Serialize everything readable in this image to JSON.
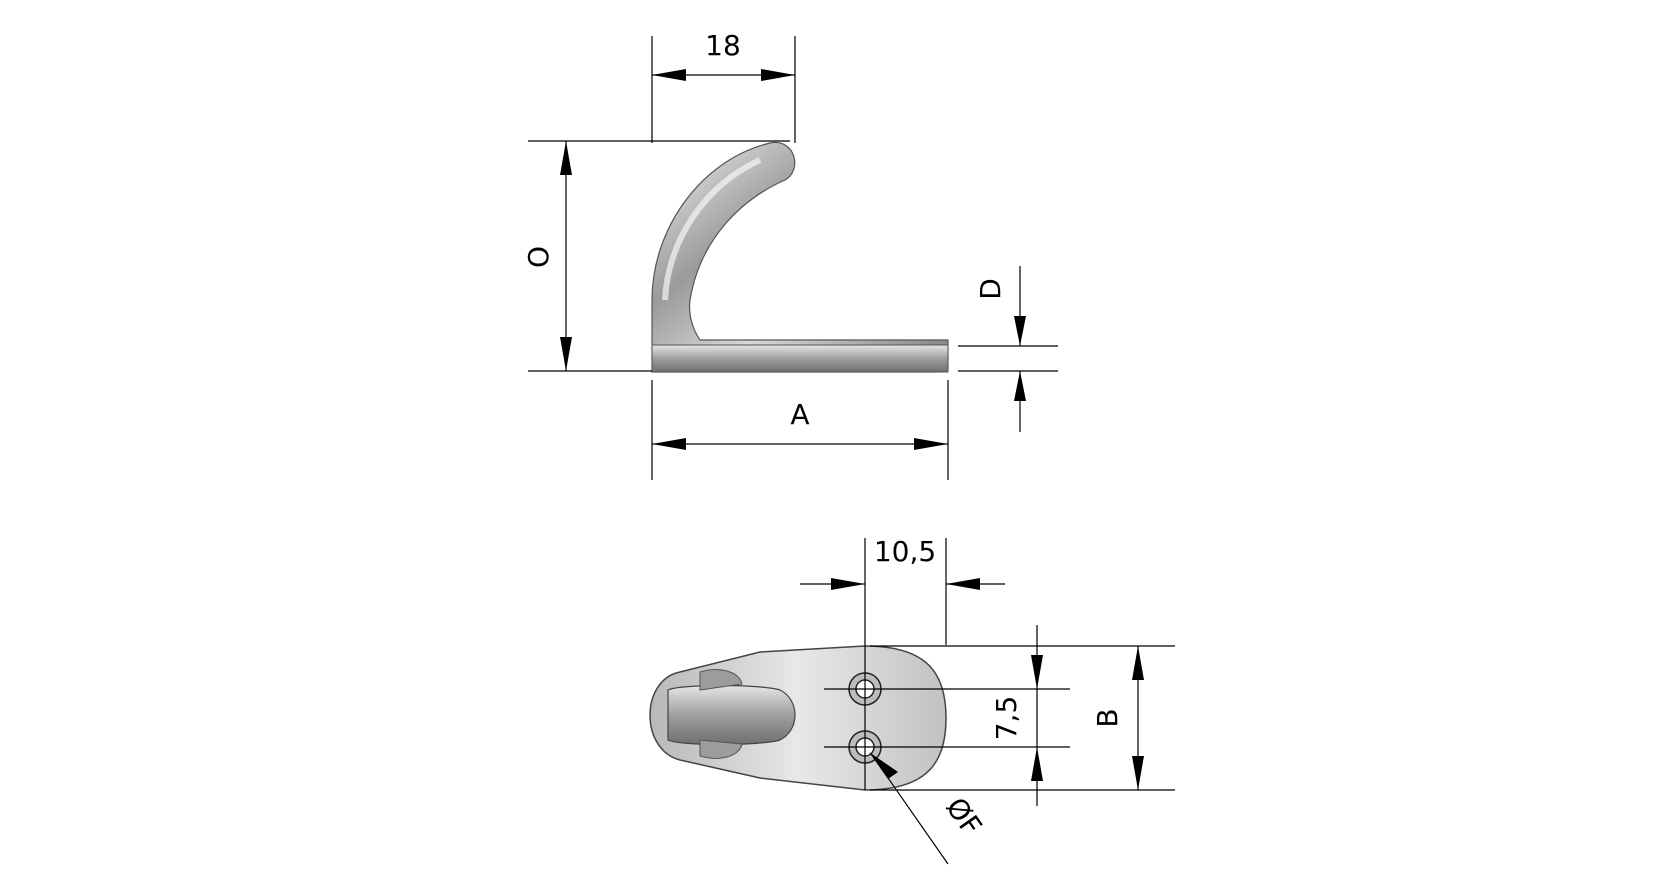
{
  "dimensions": {
    "hook_width_label": "18",
    "height_label": "O",
    "length_label": "A",
    "thickness_label": "D",
    "hole_offset_label": "10,5",
    "hole_spacing_label": "7,5",
    "width_label": "B",
    "hole_diameter_label": "ØF"
  }
}
